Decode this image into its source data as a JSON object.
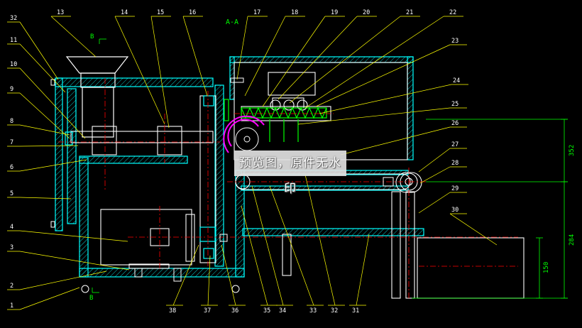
{
  "drawing": {
    "section_label": "A-A",
    "section_b_top": "B",
    "section_b_bottom": "B",
    "watermark": "预览图，原件无水印",
    "dim_352": "352",
    "dim_284": "284",
    "dim_150": "150",
    "colors": {
      "background": "#000000",
      "leader": "#ffff00",
      "cyan": "#00ffff",
      "green": "#00ff00",
      "white": "#ffffff",
      "red": "#ff0000",
      "magenta": "#ff00ff"
    }
  },
  "left_labels": [
    "32",
    "11",
    "10",
    "9",
    "8",
    "7",
    "6",
    "5",
    "4",
    "3",
    "2",
    "1"
  ],
  "top_labels": [
    "13",
    "14",
    "15",
    "16",
    "17",
    "18",
    "19",
    "20",
    "21",
    "22",
    "23",
    "24",
    "25",
    "26",
    "27",
    "28",
    "29",
    "30"
  ],
  "bottom_labels": [
    "38",
    "37",
    "36",
    "35",
    "34",
    "33",
    "32",
    "31"
  ]
}
